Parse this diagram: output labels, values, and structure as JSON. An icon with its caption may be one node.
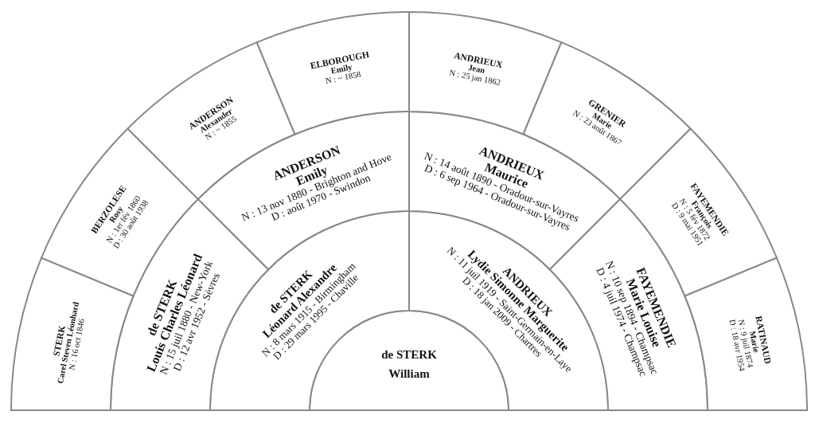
{
  "diagram": {
    "nodes": [
      {
        "text": [
          "de STERK",
          "William"
        ]
      },
      {
        "text": [
          "de STERK",
          "Léonard Alexandre",
          "N : 8 mars 1915 - Birmingham",
          "D : 29 mars 1995 - Chaville"
        ]
      },
      {
        "text": [
          "ANDRIEUX",
          "Lydie Simonne Marguerite",
          "N : 11 juil 1919 - Saint-Germain-en-Laye",
          "D : 18 jan 2009 - Chartres"
        ]
      },
      {
        "text": [
          "de STERK",
          "Louis Charles Léonard",
          "N : 15 juil 1880 - New-York",
          "D : 12 avr 1952 - Sèvres"
        ]
      },
      {
        "text": [
          "ANDERSON",
          "Emily",
          "N : 13 nov 1880 - Brighton and Hove",
          "D : août 1970 - Swindon"
        ]
      },
      {
        "text": [
          "ANDRIEUX",
          "Maurice",
          "N : 14 août 1890 - Oradour-sur-Vayres",
          "D : 6 sep 1964 - Oradour-sur-Vayres"
        ]
      },
      {
        "text": [
          "FAYEMENDIE",
          "Marie Louise",
          "N : 10 sep 1894 - Champsac",
          "D : 4 juil 1974 - Champsac"
        ]
      },
      {
        "text": [
          "STERK",
          "Carel Steven Léonhard",
          "N : 16 oct 1846"
        ]
      },
      {
        "text": [
          "BERZOLESE",
          "Rosy",
          "N : 1er fév 1860",
          "D : 30 août 1938"
        ]
      },
      {
        "text": [
          "ANDERSON",
          "Alexander",
          "N : ~ 1855"
        ]
      },
      {
        "text": [
          "ELBOROUGH",
          "Emily",
          "N : ~ 1858"
        ]
      },
      {
        "text": [
          "ANDRIEUX",
          "Jean",
          "N : 25 jan 1862"
        ]
      },
      {
        "text": [
          "GRENIER",
          "Marie",
          "N : 23 août 1867"
        ]
      },
      {
        "text": [
          "FAYEMENDIE",
          "François",
          "N : 5 fév 1872",
          "D : 9 mai 1951"
        ]
      },
      {
        "text": [
          "RATINAUD",
          "Marie",
          "N : 9 juil 1874",
          "D : 18 avr 1954"
        ]
      }
    ]
  }
}
